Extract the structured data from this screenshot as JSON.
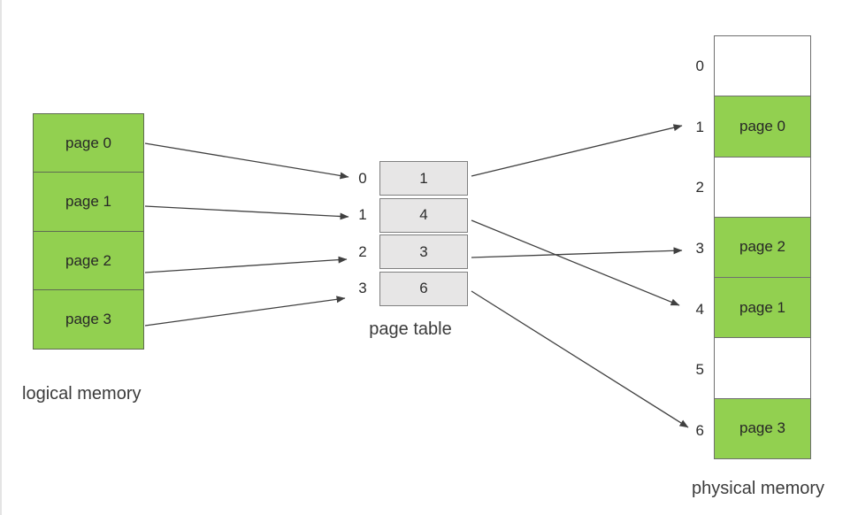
{
  "diagram": {
    "logical_memory": {
      "caption": "logical memory",
      "cells": [
        {
          "label": "page 0"
        },
        {
          "label": "page 1"
        },
        {
          "label": "page 2"
        },
        {
          "label": "page 3"
        }
      ]
    },
    "page_table": {
      "caption": "page table",
      "rows": [
        {
          "index": "0",
          "value": "1"
        },
        {
          "index": "1",
          "value": "4"
        },
        {
          "index": "2",
          "value": "3"
        },
        {
          "index": "3",
          "value": "6"
        }
      ]
    },
    "physical_memory": {
      "caption": "physical memory",
      "frames": [
        {
          "index": "0",
          "label": "",
          "filled": false
        },
        {
          "index": "1",
          "label": "page 0",
          "filled": true
        },
        {
          "index": "2",
          "label": "",
          "filled": false
        },
        {
          "index": "3",
          "label": "page 2",
          "filled": true
        },
        {
          "index": "4",
          "label": "page 1",
          "filled": true
        },
        {
          "index": "5",
          "label": "",
          "filled": false
        },
        {
          "index": "6",
          "label": "page 3",
          "filled": true
        }
      ]
    },
    "mappings": [
      {
        "from": "page 0",
        "table_index": 0,
        "frame": 1
      },
      {
        "from": "page 1",
        "table_index": 1,
        "frame": 4
      },
      {
        "from": "page 2",
        "table_index": 2,
        "frame": 3
      },
      {
        "from": "page 3",
        "table_index": 3,
        "frame": 6
      }
    ],
    "colors": {
      "page_fill": "#92D050",
      "table_fill": "#E7E6E6",
      "arrow": "#404040"
    }
  }
}
